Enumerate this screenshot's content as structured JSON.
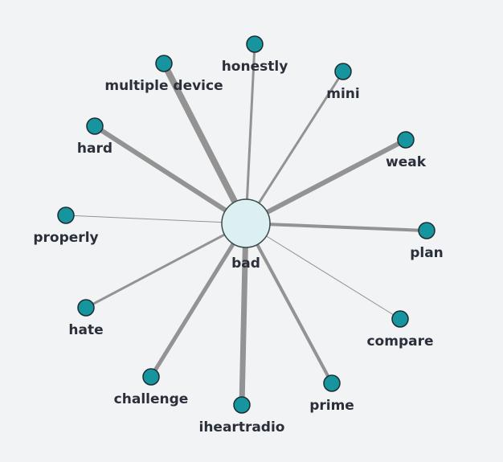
{
  "colors": {
    "edge": "#939393",
    "node_fill": "#17959f",
    "node_stroke": "#1d2b33",
    "center_fill": "#dcf0f1",
    "center_stroke": "#3b4a4f"
  },
  "center": {
    "label": "bad"
  },
  "nodes": [
    {
      "label": "honestly",
      "weight": 3
    },
    {
      "label": "multiple device",
      "weight": 8
    },
    {
      "label": "mini",
      "weight": 3
    },
    {
      "label": "hard",
      "weight": 6
    },
    {
      "label": "weak",
      "weight": 6
    },
    {
      "label": "properly",
      "weight": 1
    },
    {
      "label": "plan",
      "weight": 4
    },
    {
      "label": "compare",
      "weight": 1
    },
    {
      "label": "hate",
      "weight": 3
    },
    {
      "label": "challenge",
      "weight": 5
    },
    {
      "label": "iheartradio",
      "weight": 7
    },
    {
      "label": "prime",
      "weight": 4
    }
  ]
}
